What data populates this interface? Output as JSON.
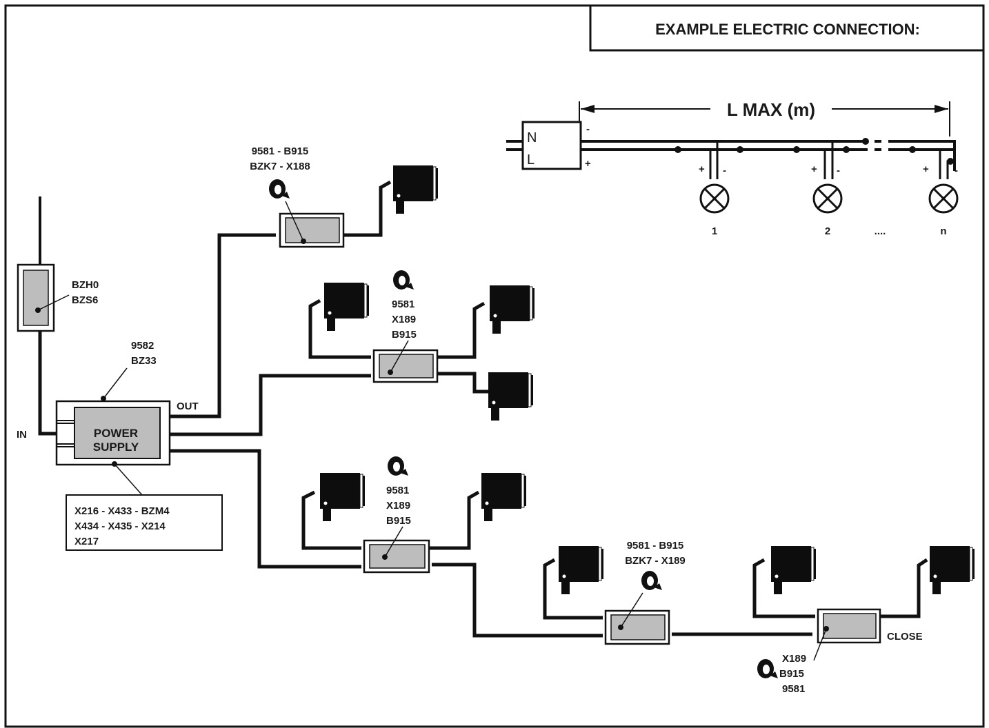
{
  "title": "EXAMPLE ELECTRIC CONNECTION:",
  "schematic": {
    "length_label": "L MAX (m)",
    "n_label": "N",
    "l_label": "L",
    "minus": "-",
    "plus": "+",
    "lamp_labels": [
      "1",
      "2",
      "....",
      "n"
    ]
  },
  "labels": {
    "in": "IN",
    "out": "OUT",
    "close": "CLOSE",
    "power_supply_line1": "POWER",
    "power_supply_line2": "SUPPLY",
    "switch_line1": "BZH0",
    "switch_line2": "BZS6",
    "ps_code_line1": "9582",
    "ps_code_line2": "BZ33",
    "ps_models_line1": "X216 - X433 - BZM4",
    "ps_models_line2": "X434 - X435 - X214",
    "ps_models_line3": "X217",
    "top_conn_line1": "9581 - B915",
    "top_conn_line2": "BZK7 - X188",
    "mid_conn_line1": "9581",
    "mid_conn_line2": "X189",
    "mid_conn_line3": "B915",
    "low_conn_line1": "9581",
    "low_conn_line2": "X189",
    "low_conn_line3": "B915",
    "bottom_conn_line1": "9581 - B915",
    "bottom_conn_line2": "BZK7 - X189",
    "end_conn_line1": "X189",
    "end_conn_line2": "B915",
    "end_conn_line3": "9581"
  }
}
